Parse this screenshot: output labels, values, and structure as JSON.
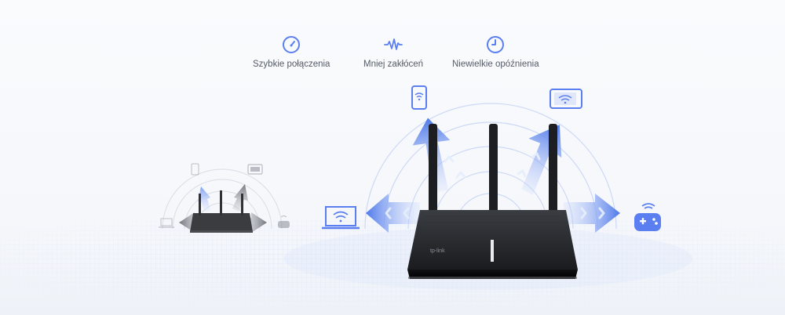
{
  "features": [
    {
      "icon": "speedometer-icon",
      "label": "Szybkie połączenia"
    },
    {
      "icon": "waveform-icon",
      "label": "Mniej zakłóceń"
    },
    {
      "icon": "clock-icon",
      "label": "Niewielkie opóźnienia"
    }
  ],
  "router_brand": "tp-link",
  "colors": {
    "accent": "#5b7ff0",
    "arrow_blue": "#5d86ee",
    "arrow_grey": "#7d8087",
    "router_body": "#151719",
    "text": "#555b66"
  },
  "devices_left_scene": [
    "phone-icon",
    "tablet-icon",
    "laptop-icon",
    "gamepad-icon"
  ],
  "devices_right_scene": [
    "phone-icon",
    "tablet-icon",
    "laptop-icon",
    "gamepad-icon"
  ]
}
